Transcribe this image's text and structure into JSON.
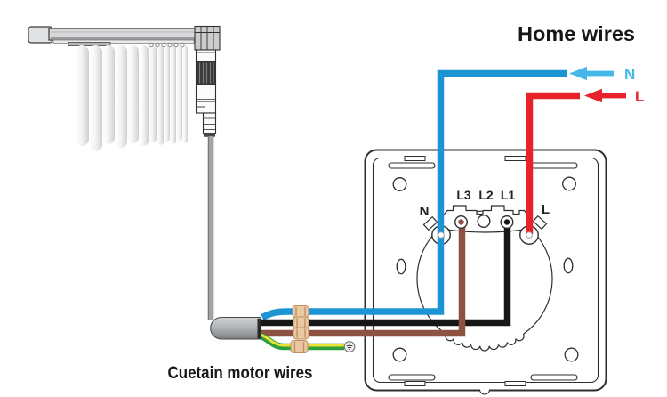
{
  "legend": {
    "title": "Home wires",
    "neutral": {
      "label": "N"
    },
    "live": {
      "label": "L"
    }
  },
  "switch_panel": {
    "label_n": "N",
    "label_l": "L",
    "label_l3": "L3",
    "label_l2": "L2",
    "label_l1": "L1"
  },
  "caption": "Cuetain motor wires",
  "palette": {
    "blue": "#1d95d4",
    "blue_light": "#45b8e9",
    "red": "#e7222b",
    "black": "#161616",
    "brown": "#8e5243",
    "green": "#2f9e3f",
    "yellow": "#e8e332",
    "ferrule": "#eac8a2",
    "ferrule_edge": "#bd8f63"
  }
}
